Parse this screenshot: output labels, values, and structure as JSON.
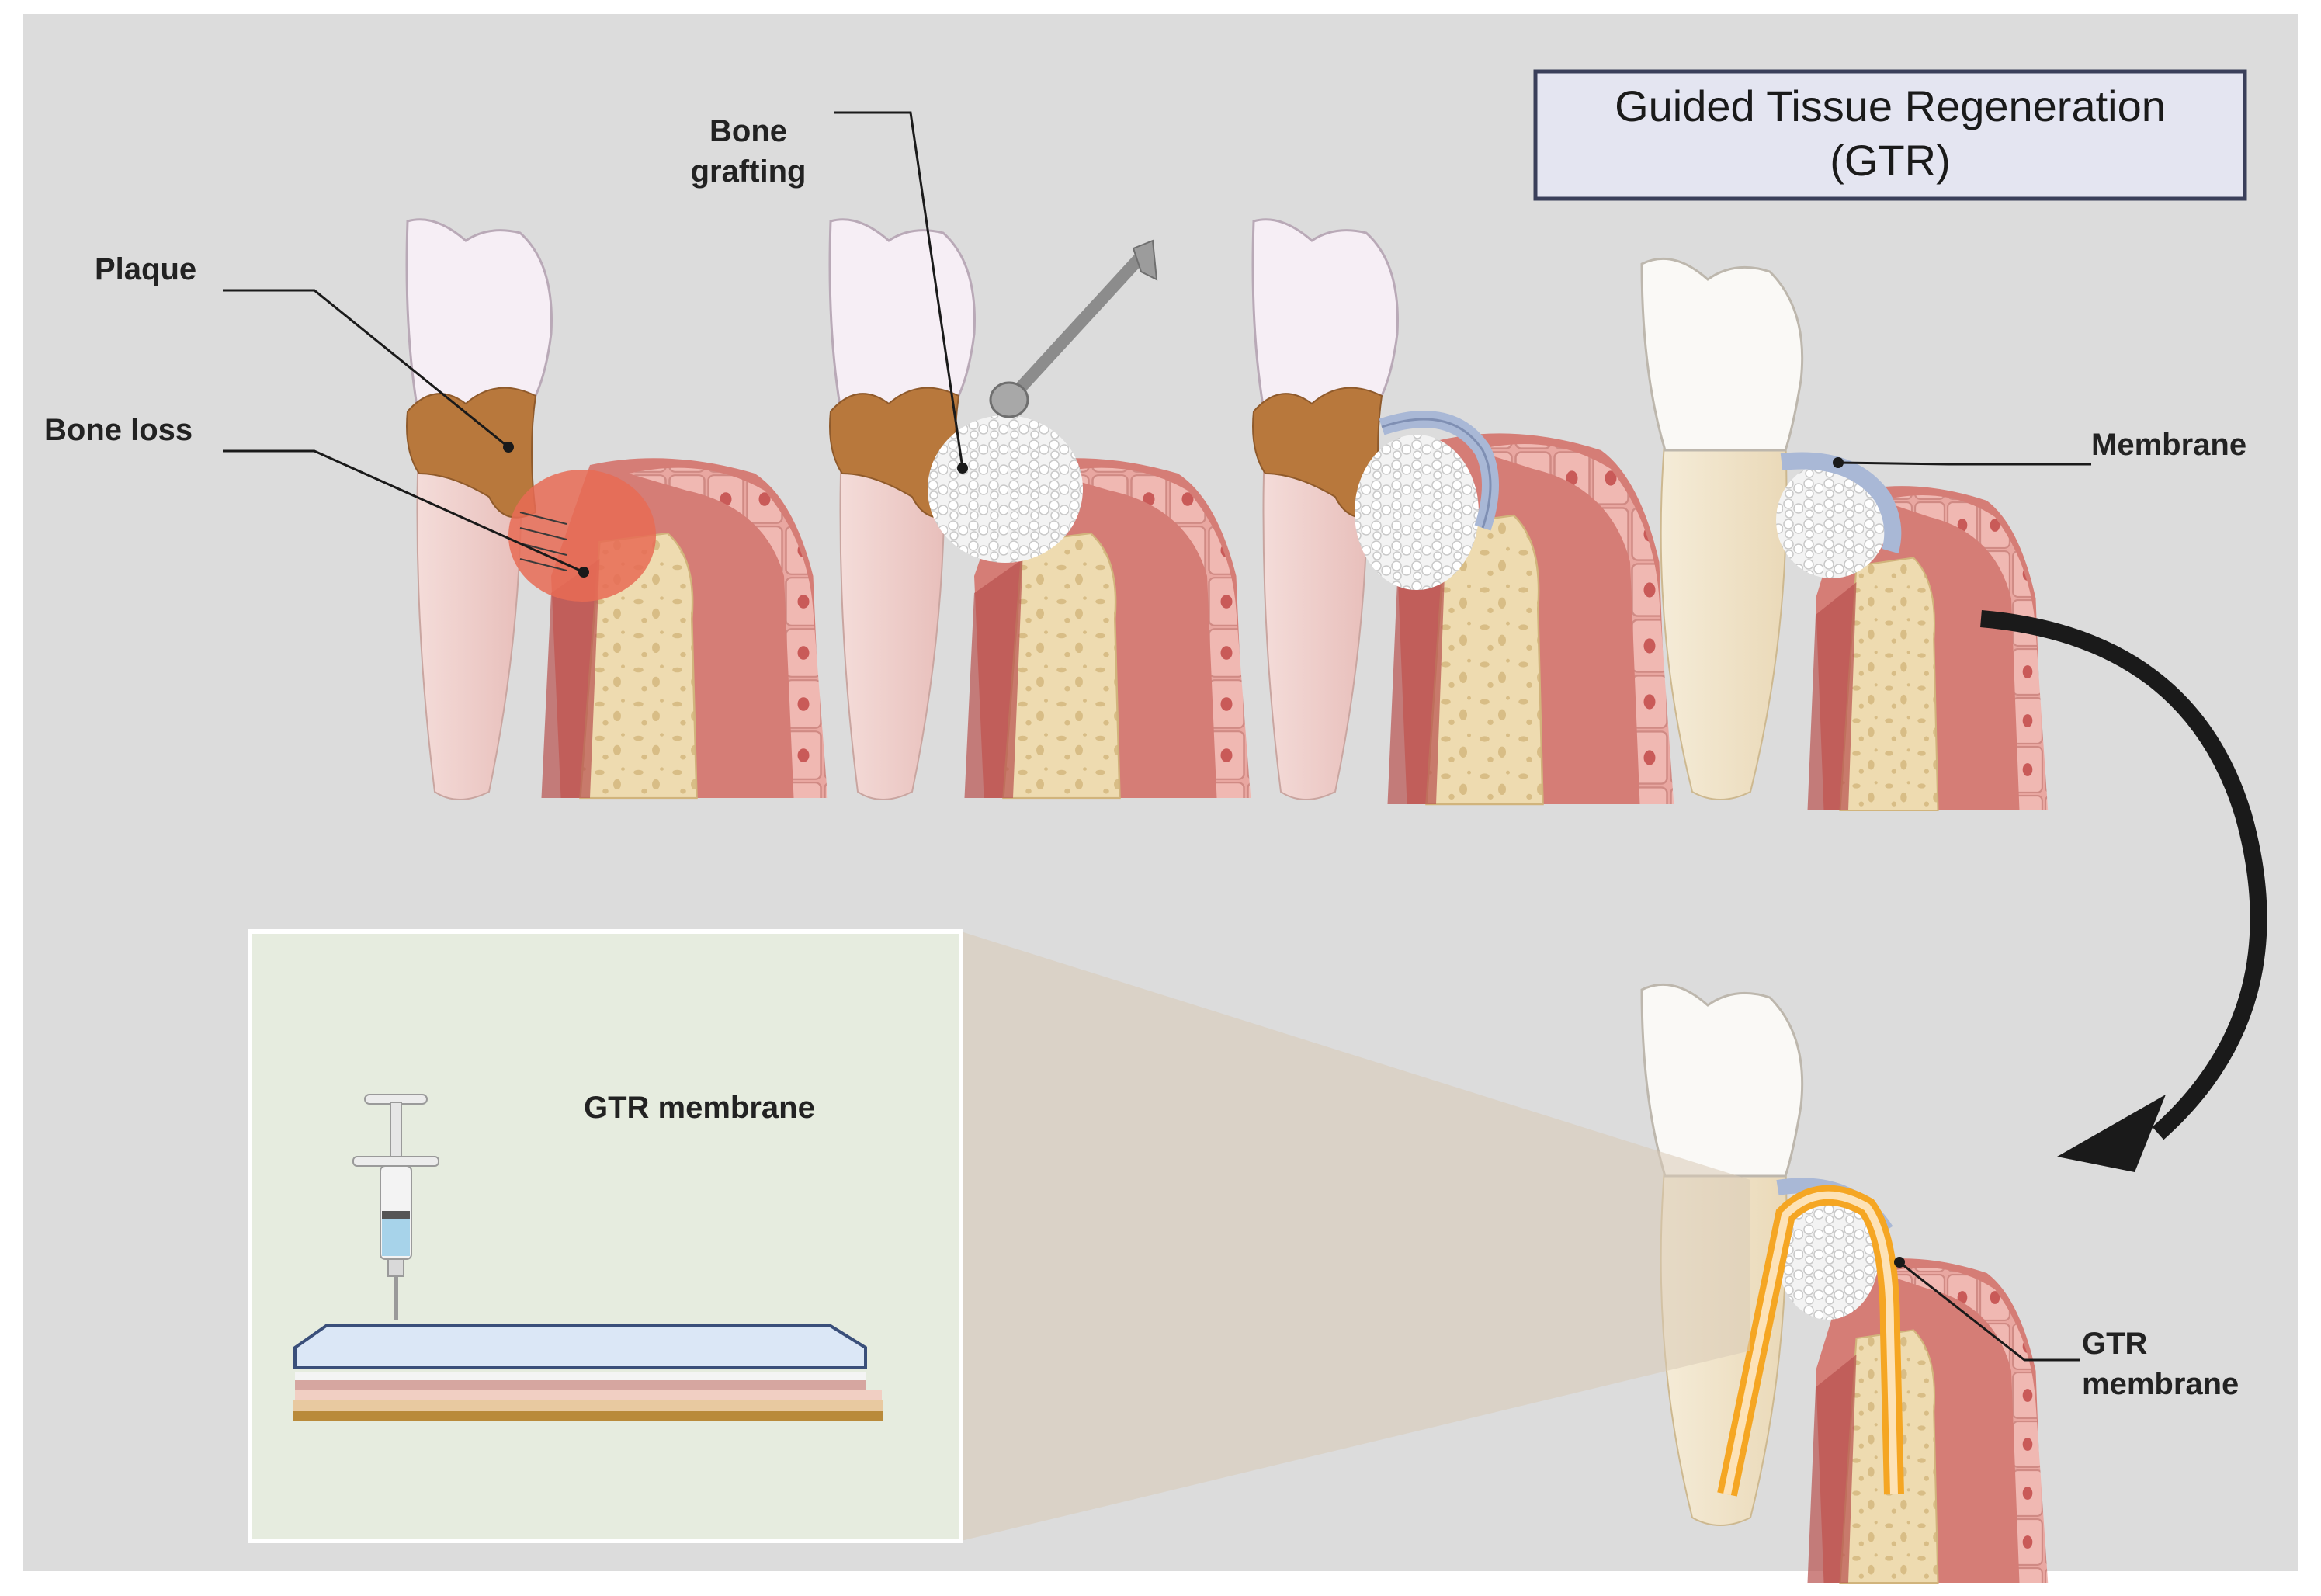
{
  "title": {
    "line1": "Guided Tissue Regeneration",
    "line2": "(GTR)"
  },
  "labels": {
    "plaque": "Plaque",
    "bone_loss": "Bone loss",
    "bone_grafting_line1": "Bone",
    "bone_grafting_line2": "grafting",
    "membrane": "Membrane",
    "gtr_membrane_line1": "GTR",
    "gtr_membrane_line2": "membrane",
    "inset_label": "GTR membrane"
  },
  "icons": [
    "tooth-icon",
    "syringe-icon",
    "bone-graft-spatula-icon",
    "curved-arrow-icon",
    "membrane-layers-icon"
  ],
  "colors": {
    "background": "#dcdcdc",
    "gum": "#e79a93",
    "gum_dark": "#c96b67",
    "bone": "#eedbb0",
    "enamel": "#f6eef5",
    "root": "#f0d4d1",
    "plaque": "#b8783c",
    "membrane": "#a9b8d6",
    "gtr_membrane": "#f5a623",
    "inset_bg": "#e6ecdf",
    "title_box": "#e3e5f1"
  }
}
